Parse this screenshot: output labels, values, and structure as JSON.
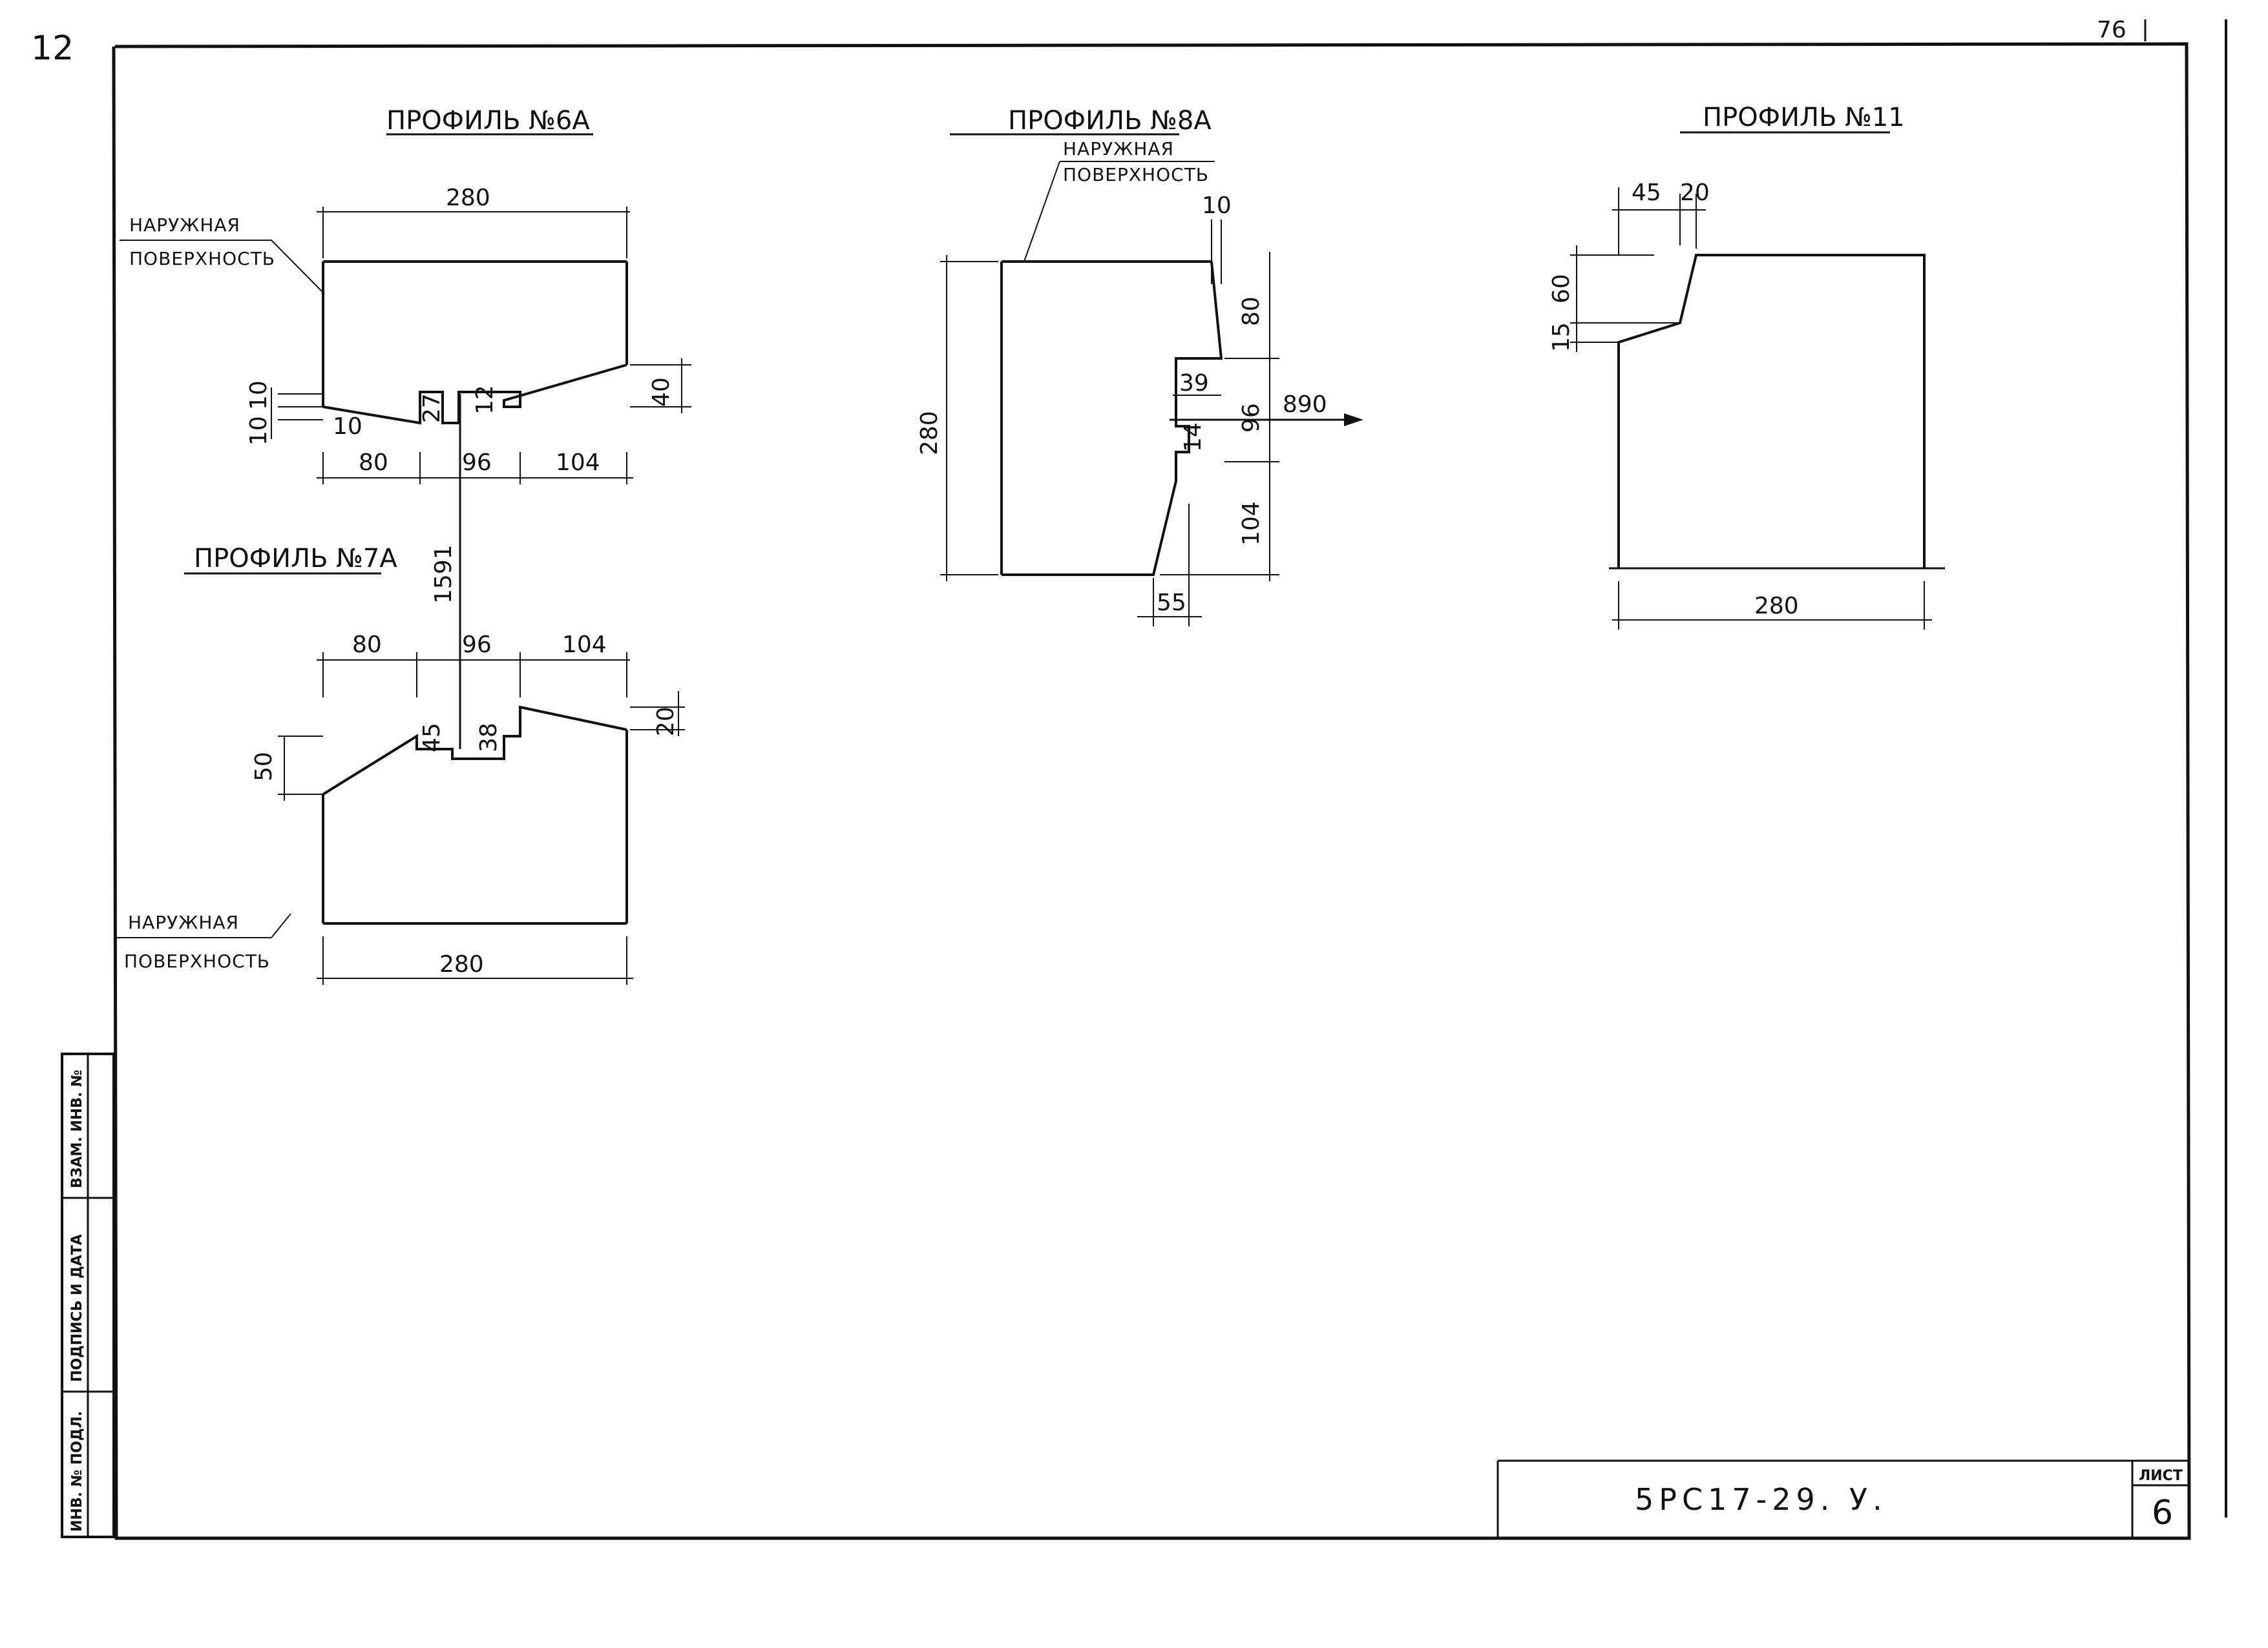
{
  "corner_marks": {
    "top_left": "12",
    "top_right": "76"
  },
  "profiles": {
    "p6a": {
      "title": "ПРОФИЛЬ №6А",
      "note_line1": "НАРУЖНАЯ",
      "note_line2": "ПОВЕРХНОСТЬ",
      "dims": [
        "280",
        "10",
        "10",
        "10",
        "27",
        "12",
        "40",
        "80",
        "96",
        "104"
      ]
    },
    "p7a": {
      "title": "ПРОФИЛЬ №7А",
      "note_line1": "НАРУЖНАЯ",
      "note_line2": "ПОВЕРХНОСТЬ",
      "dims": [
        "80",
        "96",
        "104",
        "50",
        "45",
        "38",
        "20",
        "280"
      ]
    },
    "p8a": {
      "title": "ПРОФИЛЬ №8А",
      "note_line1": "НАРУЖНАЯ",
      "note_line2": "ПОВЕРХНОСТЬ",
      "dims": [
        "10",
        "80",
        "280",
        "39",
        "96",
        "14",
        "104",
        "55"
      ],
      "arrow_label": "890"
    },
    "p11": {
      "title": "ПРОФИЛЬ №11",
      "dims": [
        "45",
        "20",
        "60",
        "15",
        "280"
      ]
    }
  },
  "connector_label": "1591",
  "side_stamp": [
    "ИНВ. № ПОДЛ.",
    "ПОДПИСЬ И ДАТА",
    "ВЗАМ. ИНВ. №"
  ],
  "title_block": {
    "code": "5РС17-29. У.",
    "sheet_label": "ЛИСТ",
    "sheet_number": "6"
  }
}
